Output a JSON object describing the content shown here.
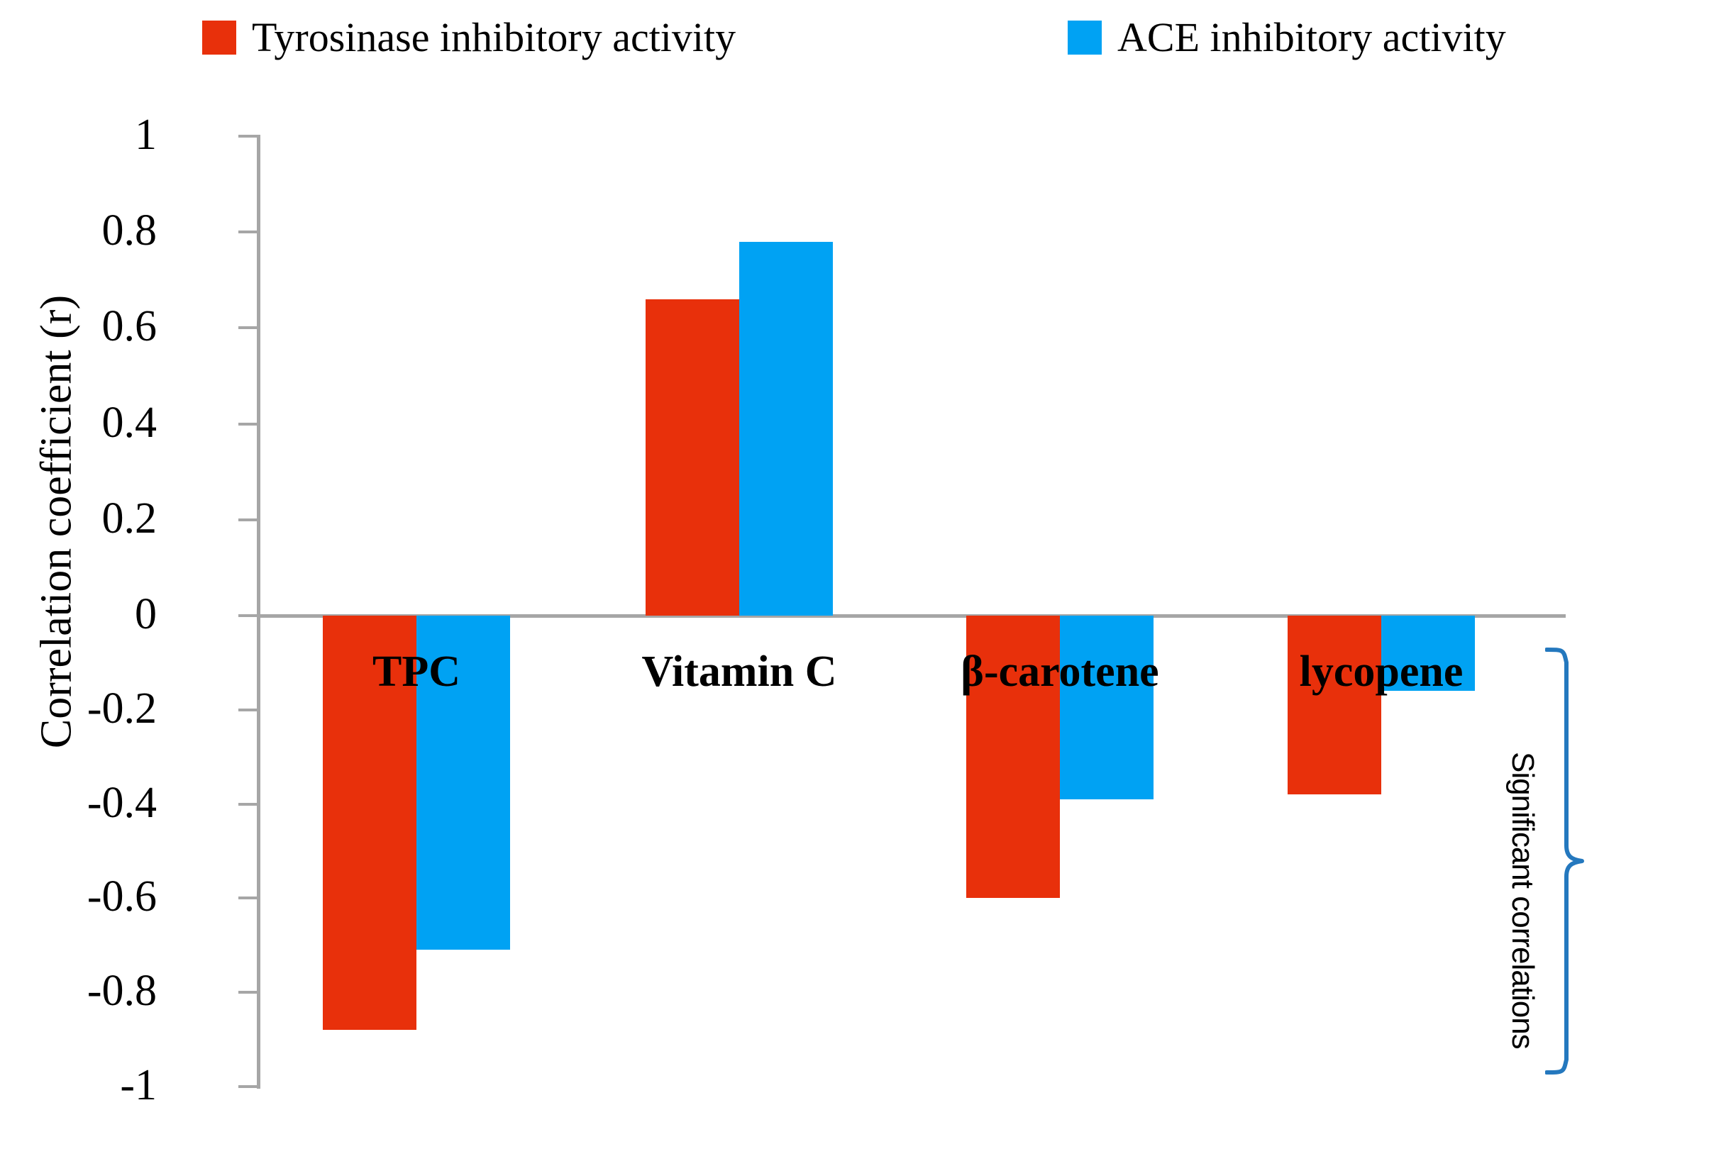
{
  "chart_data": {
    "type": "bar",
    "title": "",
    "subtitle": "",
    "xlabel": "",
    "ylabel": "Correlation coefficient (r)",
    "categories": [
      "TPC",
      "Vitamin C",
      "β-carotene",
      "lycopene"
    ],
    "series": [
      {
        "name": "Tyrosinase inhibitory activity",
        "color": "#E8300B",
        "values": [
          -0.88,
          0.66,
          -0.6,
          -0.38
        ]
      },
      {
        "name": "ACE inhibitory activity",
        "color": "#00A2F3",
        "values": [
          -0.71,
          0.78,
          -0.39,
          -0.16
        ]
      }
    ],
    "ylim": [
      -1,
      1
    ],
    "yticks": [
      1,
      0.8,
      0.6,
      0.4,
      0.2,
      0,
      -0.2,
      -0.4,
      -0.6,
      -0.8,
      -1
    ],
    "ytick_labels": [
      "1",
      "0.8",
      "0.6",
      "0.4",
      "0.2",
      "0",
      "-0.2",
      "-0.4",
      "-0.6",
      "-0.8",
      "-1"
    ],
    "grid": false,
    "legend_position": "top",
    "annotations": [
      {
        "name": "significant-correlations-bracket",
        "text": "Significant correlations",
        "color": "#2478BE",
        "orientation": "vertical-right"
      }
    ]
  },
  "legend": {
    "entries": [
      {
        "label": "Tyrosinase inhibitory activity",
        "color": "#E8300B"
      },
      {
        "label": "ACE inhibitory activity",
        "color": "#00A2F3"
      }
    ]
  },
  "axis": {
    "y_title": "Correlation coefficient (r)",
    "tick_labels": [
      "1",
      "0.8",
      "0.6",
      "0.4",
      "0.2",
      "0",
      "-0.2",
      "-0.4",
      "-0.6",
      "-0.8",
      "-1"
    ],
    "axis_color": "#A6A6A6"
  },
  "categories": [
    {
      "label": "TPC"
    },
    {
      "label": "Vitamin C"
    },
    {
      "label": "β-carotene"
    },
    {
      "label": "lycopene"
    }
  ],
  "annotation": {
    "label": "Significant correlations",
    "color": "#2478BE"
  }
}
